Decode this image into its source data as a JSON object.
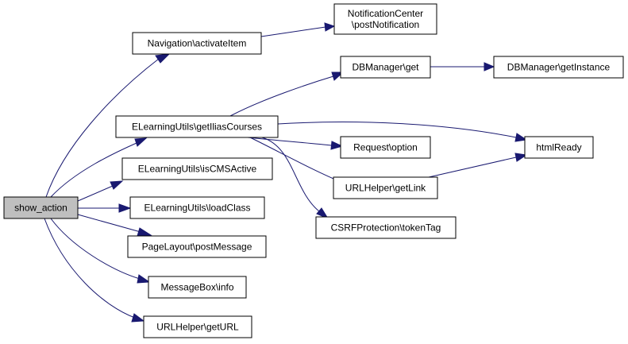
{
  "graph": {
    "nodes": {
      "show_action": [
        "show_action"
      ],
      "navigation_activateitem": [
        "Navigation\\activateItem"
      ],
      "notificationcenter_postnotification": [
        "NotificationCenter",
        "\\postNotification"
      ],
      "dbmanager_get": [
        "DBManager\\get"
      ],
      "dbmanager_getinstance": [
        "DBManager\\getInstance"
      ],
      "elearningutils_getiliascourses": [
        "ELearningUtils\\getIliasCourses"
      ],
      "htmlready": [
        "htmlReady"
      ],
      "request_option": [
        "Request\\option"
      ],
      "elearningutils_iscmsactive": [
        "ELearningUtils\\isCMSActive"
      ],
      "urlhelper_getlink": [
        "URLHelper\\getLink"
      ],
      "elearningutils_loadclass": [
        "ELearningUtils\\loadClass"
      ],
      "csrfprotection_tokentag": [
        "CSRFProtection\\tokenTag"
      ],
      "pagelayout_postmessage": [
        "PageLayout\\postMessage"
      ],
      "messagebox_info": [
        "MessageBox\\info"
      ],
      "urlhelper_geturl": [
        "URLHelper\\getURL"
      ]
    },
    "edges": [
      [
        "show_action",
        "navigation_activateitem"
      ],
      [
        "show_action",
        "elearningutils_getiliascourses"
      ],
      [
        "show_action",
        "elearningutils_iscmsactive"
      ],
      [
        "show_action",
        "elearningutils_loadclass"
      ],
      [
        "show_action",
        "pagelayout_postmessage"
      ],
      [
        "show_action",
        "messagebox_info"
      ],
      [
        "show_action",
        "urlhelper_geturl"
      ],
      [
        "navigation_activateitem",
        "notificationcenter_postnotification"
      ],
      [
        "elearningutils_getiliascourses",
        "dbmanager_get"
      ],
      [
        "elearningutils_getiliascourses",
        "htmlready"
      ],
      [
        "elearningutils_getiliascourses",
        "request_option"
      ],
      [
        "elearningutils_getiliascourses",
        "urlhelper_getlink"
      ],
      [
        "elearningutils_getiliascourses",
        "csrfprotection_tokentag"
      ],
      [
        "dbmanager_get",
        "dbmanager_getinstance"
      ],
      [
        "urlhelper_getlink",
        "htmlready"
      ]
    ]
  },
  "colors": {
    "edge": "#191970",
    "root_fill": "#bfbfbf",
    "node_fill": "#ffffff",
    "border": "#000000"
  }
}
